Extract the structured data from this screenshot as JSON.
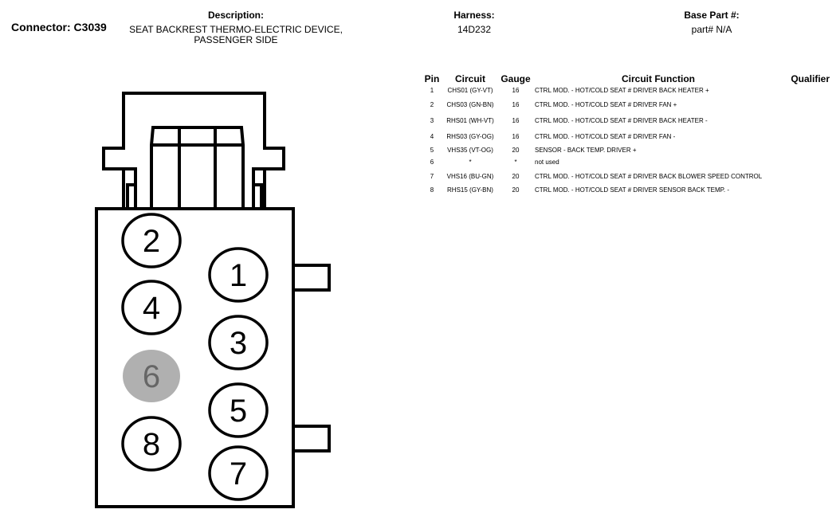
{
  "connector": {
    "label": "Connector: C3039"
  },
  "description": {
    "label": "Description:",
    "value": "SEAT BACKREST THERMO-ELECTRIC DEVICE, PASSENGER SIDE"
  },
  "harness": {
    "label": "Harness:",
    "value": "14D232"
  },
  "base_part": {
    "label": "Base Part #:",
    "value": "part# N/A"
  },
  "table": {
    "headers": [
      "Pin",
      "Circuit",
      "Gauge",
      "Circuit Function",
      "Qualifier"
    ],
    "rows": [
      {
        "pin": "1",
        "circuit": "CHS01 (GY-VT)",
        "gauge": "16",
        "function": "CTRL MOD. - HOT/COLD SEAT # DRIVER BACK HEATER +",
        "qualifier": ""
      },
      {
        "pin": "2",
        "circuit": "CHS03 (GN-BN)",
        "gauge": "16",
        "function": "CTRL MOD. - HOT/COLD SEAT # DRIVER FAN +",
        "qualifier": ""
      },
      {
        "pin": "3",
        "circuit": "RHS01 (WH-VT)",
        "gauge": "16",
        "function": "CTRL MOD. - HOT/COLD SEAT # DRIVER BACK HEATER -",
        "qualifier": ""
      },
      {
        "pin": "4",
        "circuit": "RHS03 (GY-OG)",
        "gauge": "16",
        "function": "CTRL MOD. - HOT/COLD SEAT # DRIVER FAN -",
        "qualifier": ""
      },
      {
        "pin": "5",
        "circuit": "VHS35 (VT-OG)",
        "gauge": "20",
        "function": "SENSOR - BACK TEMP. DRIVER +",
        "qualifier": ""
      },
      {
        "pin": "6",
        "circuit": "*",
        "gauge": "*",
        "function": "not used",
        "qualifier": ""
      },
      {
        "pin": "7",
        "circuit": "VHS16 (BU-GN)",
        "gauge": "20",
        "function": "CTRL MOD. - HOT/COLD SEAT # DRIVER BACK BLOWER SPEED CONTROL",
        "qualifier": ""
      },
      {
        "pin": "8",
        "circuit": "RHS15 (GY-BN)",
        "gauge": "20",
        "function": "CTRL MOD. - HOT/COLD SEAT # DRIVER SENSOR BACK TEMP. -",
        "qualifier": ""
      }
    ]
  },
  "diagram": {
    "pins": [
      {
        "label": "2",
        "used": true
      },
      {
        "label": "1",
        "used": true
      },
      {
        "label": "4",
        "used": true
      },
      {
        "label": "3",
        "used": true
      },
      {
        "label": "6",
        "used": false
      },
      {
        "label": "5",
        "used": true
      },
      {
        "label": "8",
        "used": true
      },
      {
        "label": "7",
        "used": true
      }
    ],
    "unused_color": "#b0b0b0",
    "unused_text_color": "#666666"
  }
}
